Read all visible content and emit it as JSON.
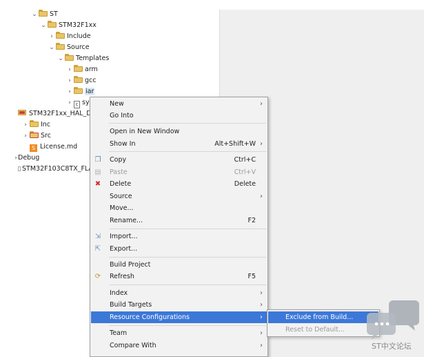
{
  "tree": {
    "st": "ST",
    "stm32f1xx": "STM32F1xx",
    "include": "Include",
    "source": "Source",
    "templates": "Templates",
    "arm": "arm",
    "gcc": "gcc",
    "iar": "iar",
    "sys_partial": "sy",
    "hal_driver_partial": "STM32F1xx_HAL_D",
    "inc": "Inc",
    "src": "Src",
    "license": "License.md",
    "debug": "Debug",
    "ld_partial": "STM32F103C8TX_FLA"
  },
  "context_menu": {
    "new": "New",
    "go_into": "Go Into",
    "open_new_window": "Open in New Window",
    "show_in": "Show In",
    "show_in_accel": "Alt+Shift+W",
    "copy": "Copy",
    "copy_accel": "Ctrl+C",
    "paste": "Paste",
    "paste_accel": "Ctrl+V",
    "delete": "Delete",
    "delete_accel": "Delete",
    "source": "Source",
    "move": "Move...",
    "rename": "Rename...",
    "rename_accel": "F2",
    "import": "Import...",
    "export": "Export...",
    "build_project": "Build Project",
    "refresh": "Refresh",
    "refresh_accel": "F5",
    "index": "Index",
    "build_targets": "Build Targets",
    "resource_configurations": "Resource Configurations",
    "team": "Team",
    "compare_with": "Compare With",
    "submenu_arrow": "›"
  },
  "submenu": {
    "exclude_from_build": "Exclude from Build...",
    "reset_to_default": "Reset to Default..."
  },
  "watermark": {
    "text": "ST中文论坛"
  },
  "colors": {
    "selection": "#3c78d8",
    "menu_bg": "#f2f2f2",
    "folder": "#e8c56b"
  }
}
